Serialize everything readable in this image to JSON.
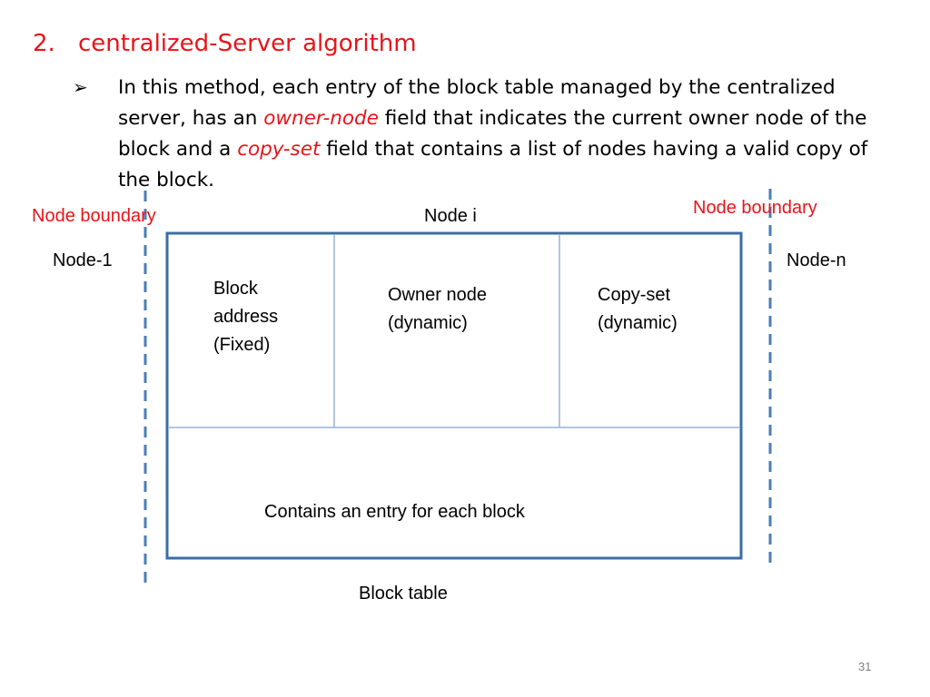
{
  "slide": {
    "heading_number": "2.",
    "heading_text": "centralized-Server algorithm",
    "bullet_symbol": "➢",
    "bullet": {
      "part1": "In this method, each entry  of the block table managed by the centralized server, has an ",
      "owner_node": "owner-node",
      "part2": " field that indicates the current owner node of the block and a ",
      "copy_set": "copy-set",
      "part3": "  field that contains a list of nodes having a valid copy of the block."
    },
    "page_number": "31"
  },
  "diagram": {
    "node_boundary_left": "Node boundary",
    "node_boundary_right": "Node boundary",
    "node_i": "Node i",
    "node_1": "Node-1",
    "node_n": "Node-n",
    "cells": {
      "block_address": [
        "Block",
        "address",
        "(Fixed)"
      ],
      "owner_node": [
        "Owner node",
        "(dynamic)"
      ],
      "copy_set": [
        "Copy-set",
        "(dynamic)"
      ]
    },
    "table_note": "Contains an entry for each block",
    "table_caption": "Block table",
    "colors": {
      "accent_red": "#e8141a",
      "border_blue": "#3b6ea8",
      "dash_blue": "#4a7ebb",
      "divider_blue": "#95b3d7"
    }
  }
}
